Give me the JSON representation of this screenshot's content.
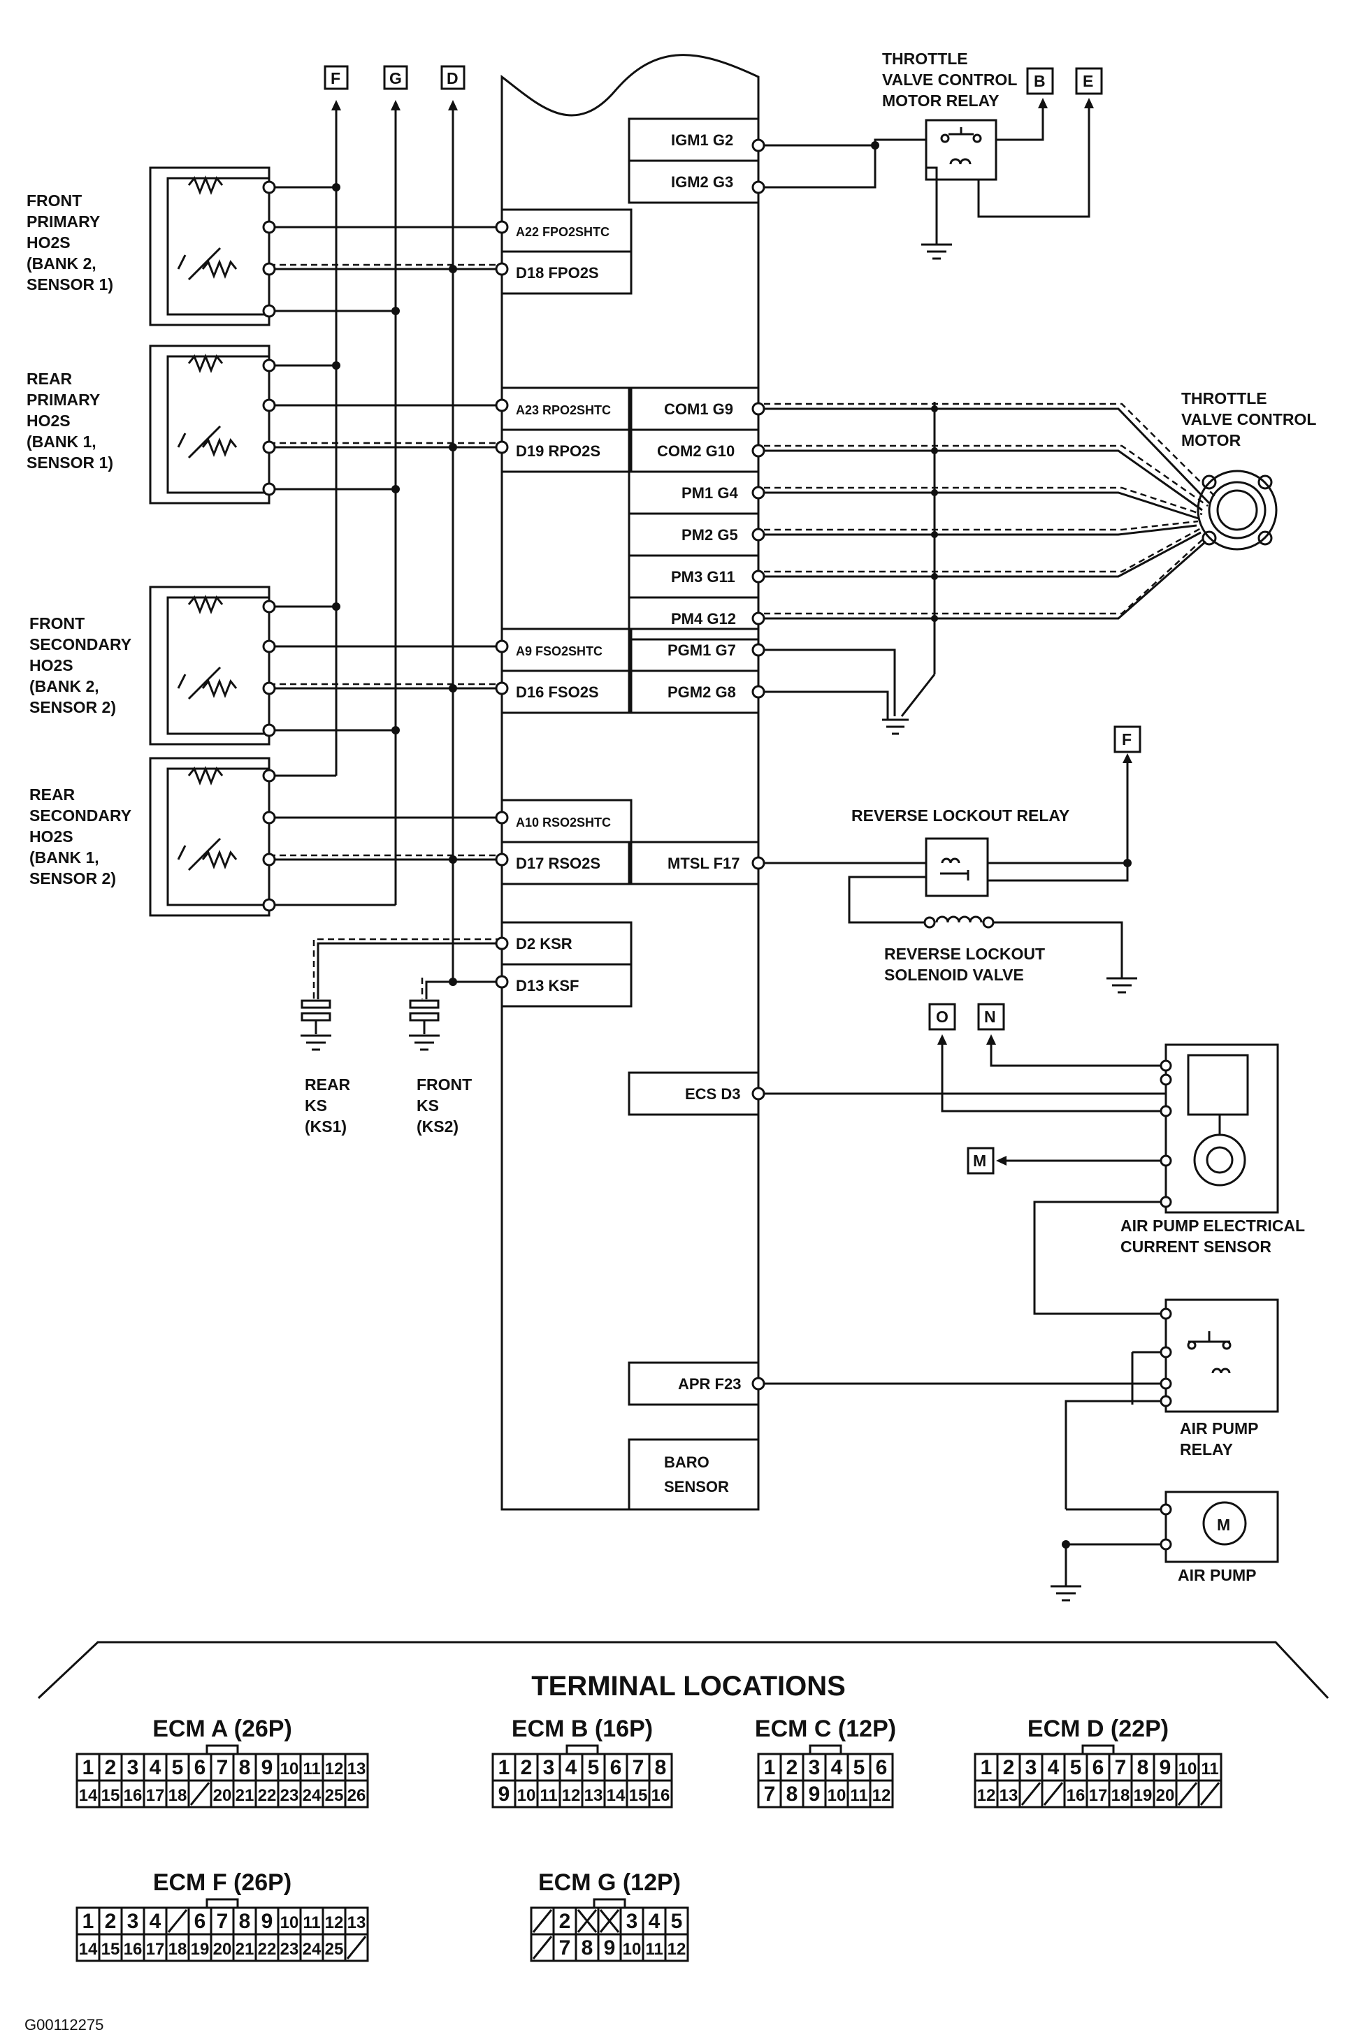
{
  "refs": {
    "f": "F",
    "g": "G",
    "d": "D",
    "b": "B",
    "e": "E",
    "f2": "F",
    "o": "O",
    "n": "N",
    "m": "M"
  },
  "ecm_pins": {
    "igm1": "IGM1 G2",
    "igm2": "IGM2 G3",
    "a22": "A22 FPO2SHTC",
    "d18": "D18 FPO2S",
    "a23": "A23 RPO2SHTC",
    "d19": "D19 RPO2S",
    "com1": "COM1 G9",
    "com2": "COM2 G10",
    "pm1": "PM1 G4",
    "pm2": "PM2 G5",
    "pm3": "PM3 G11",
    "pm4": "PM4 G12",
    "a9": "A9 FSO2SHTC",
    "pgm1": "PGM1 G7",
    "d16": "D16 FSO2S",
    "pgm2": "PGM2 G8",
    "a10": "A10 RSO2SHTC",
    "d17": "D17 RSO2S",
    "mtsl": "MTSL F17",
    "d2": "D2 KSR",
    "d13": "D13 KSF",
    "ecs": "ECS D3",
    "apr": "APR F23",
    "baro1": "BARO",
    "baro2": "SENSOR"
  },
  "labels": {
    "tvcmr": [
      "THROTTLE",
      "VALVE CONTROL",
      "MOTOR RELAY"
    ],
    "fp": [
      "FRONT",
      "PRIMARY",
      "HO2S",
      "(BANK 2,",
      "SENSOR 1)"
    ],
    "rp": [
      "REAR",
      "PRIMARY",
      "HO2S",
      "(BANK 1,",
      "SENSOR 1)"
    ],
    "fs": [
      "FRONT",
      "SECONDARY",
      "HO2S",
      "(BANK 2,",
      "SENSOR 2)"
    ],
    "rs": [
      "REAR",
      "SECONDARY",
      "HO2S",
      "(BANK 1,",
      "SENSOR 2)"
    ],
    "tvcm": [
      "THROTTLE",
      "VALVE CONTROL",
      "MOTOR"
    ],
    "rlr": "REVERSE LOCKOUT RELAY",
    "rlsv": [
      "REVERSE LOCKOUT",
      "SOLENOID VALVE"
    ],
    "rks": [
      "REAR",
      "KS",
      "(KS1)"
    ],
    "fks": [
      "FRONT",
      "KS",
      "(KS2)"
    ],
    "apecs": [
      "AIR PUMP ELECTRICAL",
      "CURRENT SENSOR"
    ],
    "apr": [
      "AIR PUMP",
      "RELAY"
    ],
    "ap": "AIR PUMP",
    "ap_symbol": "M"
  },
  "terminal_locations": {
    "title": "TERMINAL LOCATIONS",
    "connectors": [
      {
        "name": "ECM A (26P)",
        "rows": [
          [
            "1",
            "2",
            "3",
            "4",
            "5",
            "6",
            "7",
            "8",
            "9",
            "10",
            "11",
            "12",
            "13"
          ],
          [
            "14",
            "15",
            "16",
            "17",
            "18",
            "/",
            "20",
            "21",
            "22",
            "23",
            "24",
            "25",
            "26"
          ]
        ]
      },
      {
        "name": "ECM B (16P)",
        "rows": [
          [
            "1",
            "2",
            "3",
            "4",
            "5",
            "6",
            "7",
            "8"
          ],
          [
            "9",
            "10",
            "11",
            "12",
            "13",
            "14",
            "15",
            "16"
          ]
        ]
      },
      {
        "name": "ECM C (12P)",
        "rows": [
          [
            "1",
            "2",
            "3",
            "4",
            "5",
            "6"
          ],
          [
            "7",
            "8",
            "9",
            "10",
            "11",
            "12"
          ]
        ]
      },
      {
        "name": "ECM D (22P)",
        "rows": [
          [
            "1",
            "2",
            "3",
            "4",
            "5",
            "6",
            "7",
            "8",
            "9",
            "10",
            "11"
          ],
          [
            "12",
            "13",
            "/",
            "/",
            "16",
            "17",
            "18",
            "19",
            "20",
            "/",
            "/"
          ]
        ]
      },
      {
        "name": "ECM F (26P)",
        "rows": [
          [
            "1",
            "2",
            "3",
            "4",
            "/",
            "6",
            "7",
            "8",
            "9",
            "10",
            "11",
            "12",
            "13"
          ],
          [
            "14",
            "15",
            "16",
            "17",
            "18",
            "19",
            "20",
            "21",
            "22",
            "23",
            "24",
            "25",
            "/"
          ]
        ]
      },
      {
        "name": "ECM G (12P)",
        "rows": [
          [
            "/",
            "2",
            "X",
            "X",
            "3",
            "4",
            "5"
          ],
          [
            "/",
            "7",
            "8",
            "9",
            "10",
            "11",
            "12"
          ]
        ]
      }
    ]
  },
  "figure_id": "G00112275"
}
